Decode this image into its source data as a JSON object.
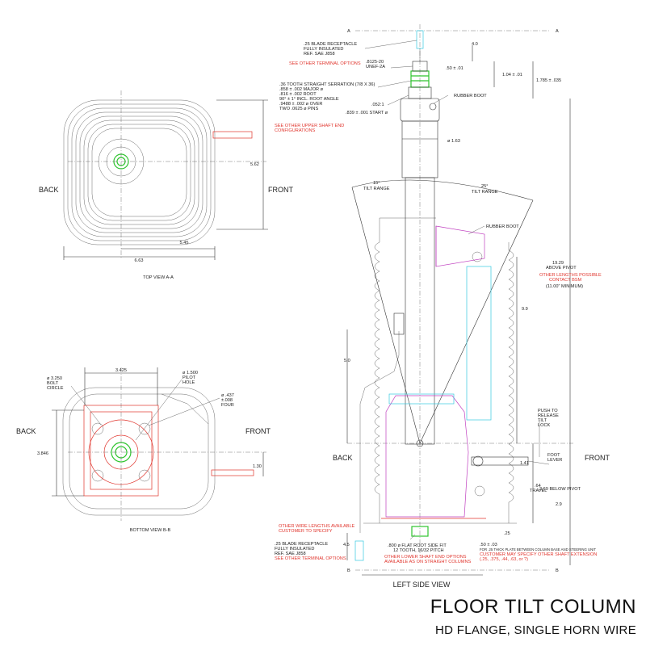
{
  "title": {
    "main": "FLOOR TILT COLUMN",
    "sub": "HD FLANGE, SINGLE HORN WIRE"
  },
  "colors": {
    "line": "#333333",
    "red": "#e0342c",
    "magenta": "#c040c0",
    "cyan": "#35c8e0",
    "green": "#2ec42e"
  },
  "section_marks": {
    "a": "A",
    "b": "B"
  },
  "top_view": {
    "caption": "TOP VIEW A-A",
    "back": "BACK",
    "front": "FRONT",
    "dim_width": "6.63",
    "dim_inner": "5.45",
    "dim_height": "5.62"
  },
  "bottom_view": {
    "caption": "BOTTOM VIEW B-B",
    "back": "BACK",
    "front": "FRONT",
    "dim_3425": "3.425",
    "bolt_circle": [
      "ø 3.250",
      "BOLT",
      "CIRCLE"
    ],
    "pilot_hole": [
      "ø 1.500",
      "PILOT",
      "HOLE"
    ],
    "holes": [
      "ø .437",
      "±.008",
      "FOUR"
    ],
    "dim_3846": "3.846",
    "dim_130": "1.30"
  },
  "side_view": {
    "caption": "LEFT SIDE VIEW",
    "back": "BACK",
    "front": "FRONT",
    "upper_receptacle": [
      ".25 BLADE RECEPTACLE",
      "FULLY INSULATED",
      "REF. SAE J858"
    ],
    "upper_terminal_note": "SEE OTHER TERMINAL OPTIONS",
    "thread": [
      ".8125-20",
      "UNEF-2A"
    ],
    "dim_40": "4.0",
    "dim_50": ".50 ± .01",
    "dim_104": "1.04 ± .01",
    "dim_1785": "1.785 ± .035",
    "serration": [
      ".36 TOOTH STRAIGHT SERRATION (7/8 X 36)",
      ".858 ± .002 MAJOR ø",
      ".816 ± .002 ROOT",
      "90° ± 1° INCL. ROOT ANGLE",
      ".9488 ± .002 ø OVER",
      "TWO .0625 ø PINS"
    ],
    "taper": ".052:1",
    "start_dia": ".839 ± .001 START ø",
    "rubber_boot": "RUBBER BOOT",
    "upper_shaft_note": [
      "SEE OTHER UPPER SHAFT END",
      "CONFIGURATIONS"
    ],
    "dia_163": "ø 1.63",
    "tilt_left": [
      "15°",
      "TILT RANGE"
    ],
    "tilt_right": [
      "25°",
      "TILT RANGE"
    ],
    "rubber_boot_2": "RUBBER BOOT",
    "dim_1929": [
      "19.29",
      "ABOVE PIVOT"
    ],
    "length_note": [
      "OTHER LENGTHS POSSIBLE",
      "CONTACT BSM"
    ],
    "length_min": "(11.00\" MINIMUM)",
    "dim_99": "9.9",
    "dim_50b": "5.0",
    "release": [
      "PUSH TO",
      "RELEASE",
      "TILT",
      "LOCK"
    ],
    "foot_lever": [
      "FOOT",
      "LEVER"
    ],
    "dim_141": "1.41",
    "travel": [
      ".64",
      "TRAVEL"
    ],
    "dim_369": "3.69 BELOW PIVOT",
    "dim_29": "2.9",
    "wire_note": [
      "OTHER WIRE LENGTHS AVAILABLE",
      "CUSTOMER TO SPECIFY"
    ],
    "lower_receptacle": [
      ".25 BLADE RECEPTACLE",
      "FULLY INSULATED",
      "REF. SAE J858"
    ],
    "lower_terminal_note": "SEE OTHER TERMINAL OPTIONS",
    "dim_45": "4.5",
    "spline": [
      ".800 ø FLAT ROOT SIDE FIT",
      "12 TOOTH, 16/32 PITCH"
    ],
    "lower_shaft_note": [
      "OTHER LOWER SHAFT END OPTIONS",
      "AVAILABLE AS ON STRAIGHT COLUMNS"
    ],
    "dim_25": ".25",
    "plate_note": [
      ".50 ± .03",
      "FOR .25 THICK PLATE BETWEEN COLUMN BASE AND STEERING UNIT"
    ],
    "extension_note": [
      "CUSTOMER MAY SPECIFY OTHER SHAFT EXTENSION",
      "(.25, .375, .44, .63, or ?)"
    ]
  }
}
